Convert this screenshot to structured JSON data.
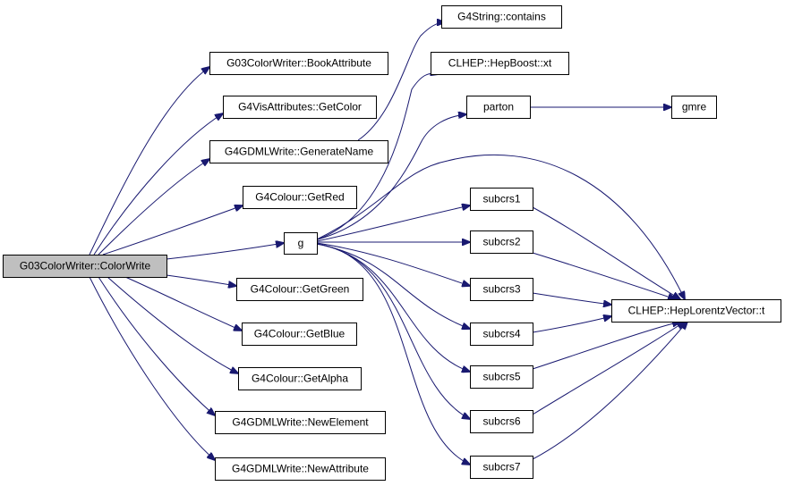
{
  "diagram": {
    "edge_color": "#191970",
    "root_fill": "#bfbfbf",
    "nodes": [
      {
        "id": "root",
        "label": "G03ColorWriter::ColorWrite"
      },
      {
        "id": "bookattr",
        "label": "G03ColorWriter::BookAttribute"
      },
      {
        "id": "getcolor",
        "label": "G4VisAttributes::GetColor"
      },
      {
        "id": "genname",
        "label": "G4GDMLWrite::GenerateName"
      },
      {
        "id": "getred",
        "label": "G4Colour::GetRed"
      },
      {
        "id": "g",
        "label": "g"
      },
      {
        "id": "getgreen",
        "label": "G4Colour::GetGreen"
      },
      {
        "id": "getblue",
        "label": "G4Colour::GetBlue"
      },
      {
        "id": "getalpha",
        "label": "G4Colour::GetAlpha"
      },
      {
        "id": "newelem",
        "label": "G4GDMLWrite::NewElement"
      },
      {
        "id": "newattr",
        "label": "G4GDMLWrite::NewAttribute"
      },
      {
        "id": "contains",
        "label": "G4String::contains"
      },
      {
        "id": "boostxt",
        "label": "CLHEP::HepBoost::xt"
      },
      {
        "id": "parton",
        "label": "parton"
      },
      {
        "id": "gmre",
        "label": "gmre"
      },
      {
        "id": "subcrs1",
        "label": "subcrs1"
      },
      {
        "id": "subcrs2",
        "label": "subcrs2"
      },
      {
        "id": "subcrs3",
        "label": "subcrs3"
      },
      {
        "id": "subcrs4",
        "label": "subcrs4"
      },
      {
        "id": "subcrs5",
        "label": "subcrs5"
      },
      {
        "id": "subcrs6",
        "label": "subcrs6"
      },
      {
        "id": "subcrs7",
        "label": "subcrs7"
      },
      {
        "id": "lorentzt",
        "label": "CLHEP::HepLorentzVector::t"
      }
    ],
    "edges": [
      {
        "from": "root",
        "to": "bookattr"
      },
      {
        "from": "root",
        "to": "getcolor"
      },
      {
        "from": "root",
        "to": "genname"
      },
      {
        "from": "root",
        "to": "getred"
      },
      {
        "from": "root",
        "to": "g"
      },
      {
        "from": "root",
        "to": "getgreen"
      },
      {
        "from": "root",
        "to": "getblue"
      },
      {
        "from": "root",
        "to": "getalpha"
      },
      {
        "from": "root",
        "to": "newelem"
      },
      {
        "from": "root",
        "to": "newattr"
      },
      {
        "from": "genname",
        "to": "contains"
      },
      {
        "from": "g",
        "to": "boostxt"
      },
      {
        "from": "g",
        "to": "parton"
      },
      {
        "from": "g",
        "to": "subcrs1"
      },
      {
        "from": "g",
        "to": "subcrs2"
      },
      {
        "from": "g",
        "to": "subcrs3"
      },
      {
        "from": "g",
        "to": "subcrs4"
      },
      {
        "from": "g",
        "to": "subcrs5"
      },
      {
        "from": "g",
        "to": "subcrs6"
      },
      {
        "from": "g",
        "to": "subcrs7"
      },
      {
        "from": "g",
        "to": "lorentzt"
      },
      {
        "from": "parton",
        "to": "gmre"
      },
      {
        "from": "subcrs1",
        "to": "lorentzt"
      },
      {
        "from": "subcrs2",
        "to": "lorentzt"
      },
      {
        "from": "subcrs3",
        "to": "lorentzt"
      },
      {
        "from": "subcrs4",
        "to": "lorentzt"
      },
      {
        "from": "subcrs5",
        "to": "lorentzt"
      },
      {
        "from": "subcrs6",
        "to": "lorentzt"
      },
      {
        "from": "subcrs7",
        "to": "lorentzt"
      }
    ]
  }
}
